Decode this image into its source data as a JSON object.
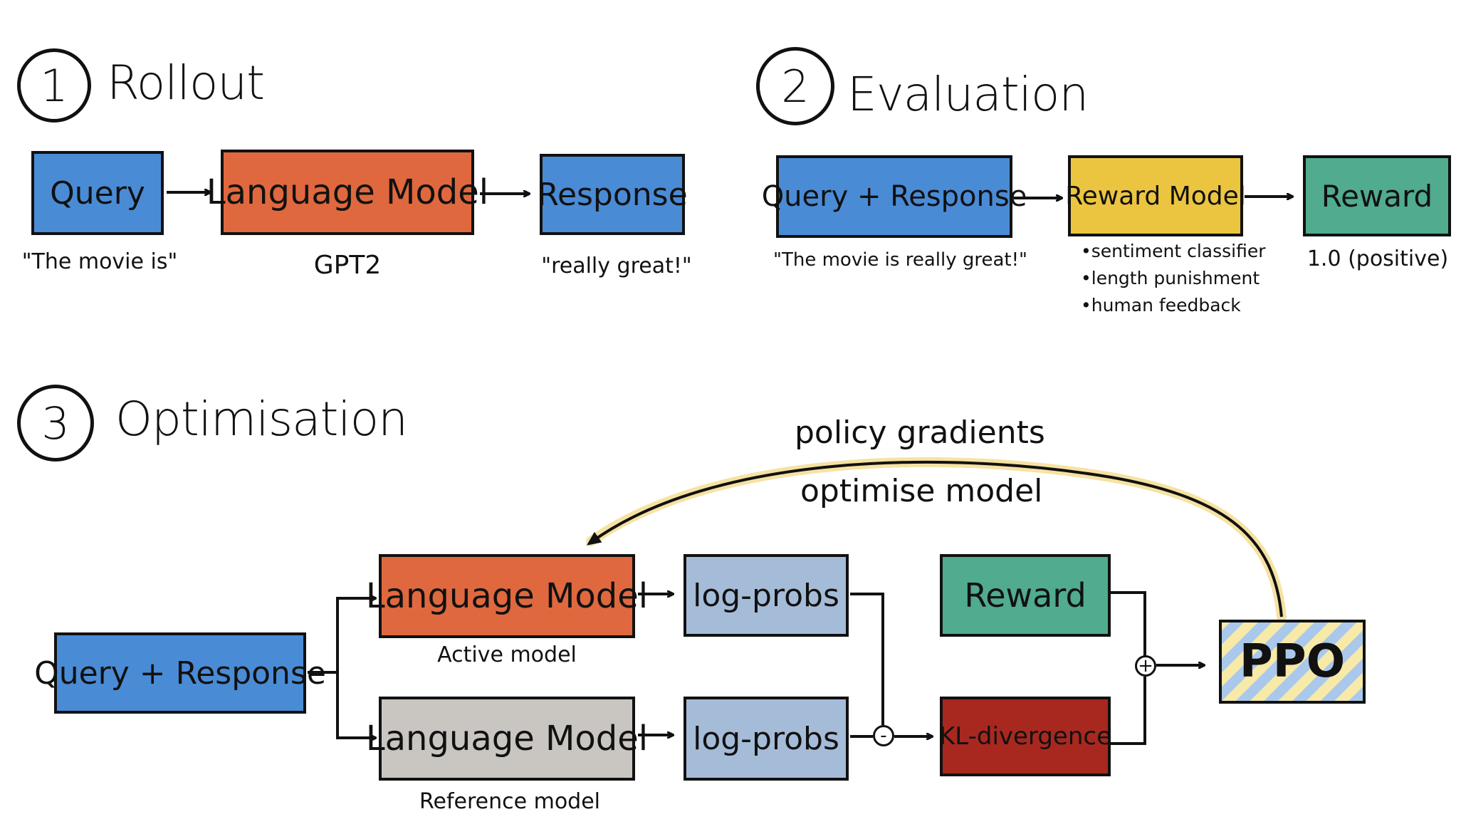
{
  "colors": {
    "blue": "#4a8bd6",
    "orange": "#e0683e",
    "yellow": "#ecc540",
    "green": "#50ab8f",
    "grey": "#c9c6c1",
    "light_blue": "#a5bcd8",
    "red": "#a8281f",
    "ppo_stripe_blue": "#a9c8ec",
    "ppo_stripe_yellow": "#f7e9a8",
    "arrow_highlight": "#f6e2a2"
  },
  "rollout": {
    "number": "1",
    "title": "Rollout",
    "query": "Query",
    "query_caption": "\"The movie is\"",
    "model": "Language Model",
    "model_caption": "GPT2",
    "response": "Response",
    "response_caption": "\"really great!\""
  },
  "evaluation": {
    "number": "2",
    "title": "Evaluation",
    "query_response": "Query + Response",
    "query_response_caption": "\"The movie is really great!\"",
    "reward_model": "Reward Model",
    "reward_model_bullets": [
      "•sentiment classifier",
      "•length punishment",
      "•human feedback"
    ],
    "reward": "Reward",
    "reward_caption": "1.0 (positive)"
  },
  "optimisation": {
    "number": "3",
    "title": "Optimisation",
    "query_response": "Query + Response",
    "active_model": "Language Model",
    "active_caption": "Active model",
    "reference_model": "Language Model",
    "reference_caption": "Reference model",
    "logprobs_active": "log-probs",
    "logprobs_reference": "log-probs",
    "minus_symbol": "-",
    "kl": "KL-divergence",
    "reward": "Reward",
    "plus_symbol": "+",
    "ppo": "PPO",
    "feedback_label_1": "policy gradients",
    "feedback_label_2": "optimise model"
  }
}
